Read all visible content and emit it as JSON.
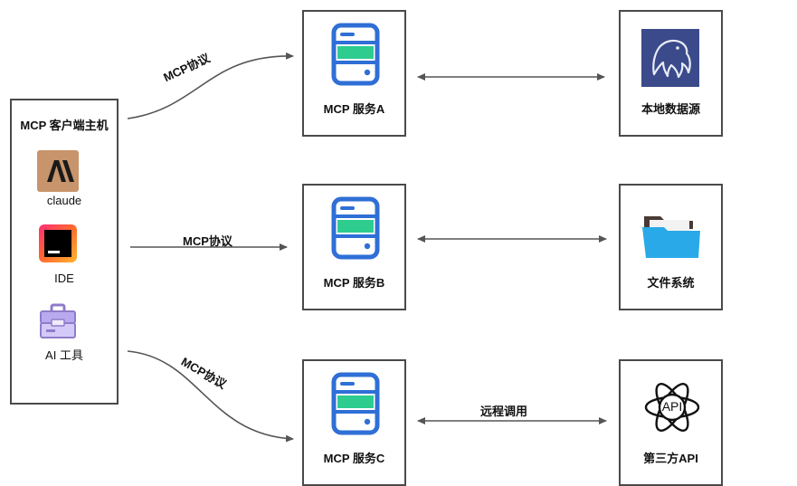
{
  "client": {
    "title": "MCP 客户端主机",
    "apps": [
      {
        "label": "claude",
        "icon": "anthropic-logo-icon"
      },
      {
        "label": "IDE",
        "icon": "ide-logo-icon"
      },
      {
        "label": "AI 工具",
        "icon": "toolbox-icon"
      }
    ]
  },
  "servers": [
    {
      "label": "MCP 服务A",
      "icon": "server-icon"
    },
    {
      "label": "MCP 服务B",
      "icon": "server-icon"
    },
    {
      "label": "MCP 服务C",
      "icon": "server-icon"
    }
  ],
  "resources": [
    {
      "label": "本地数据源",
      "icon": "mysql-dolphin-icon"
    },
    {
      "label": "文件系统",
      "icon": "folder-icon"
    },
    {
      "label": "第三方API",
      "icon": "api-atom-icon"
    }
  ],
  "edges": {
    "protocol_a": "MCP协议",
    "protocol_b": "MCP协议",
    "protocol_c": "MCP协议",
    "remote_call": "远程调用"
  },
  "colors": {
    "server_blue": "#2f6fd6",
    "server_green": "#2ecc8f",
    "mysql_bg": "#3b4a8a",
    "folder_blue": "#29a9e8",
    "claude_bg": "#c8946b",
    "border": "#4a4a4a"
  }
}
